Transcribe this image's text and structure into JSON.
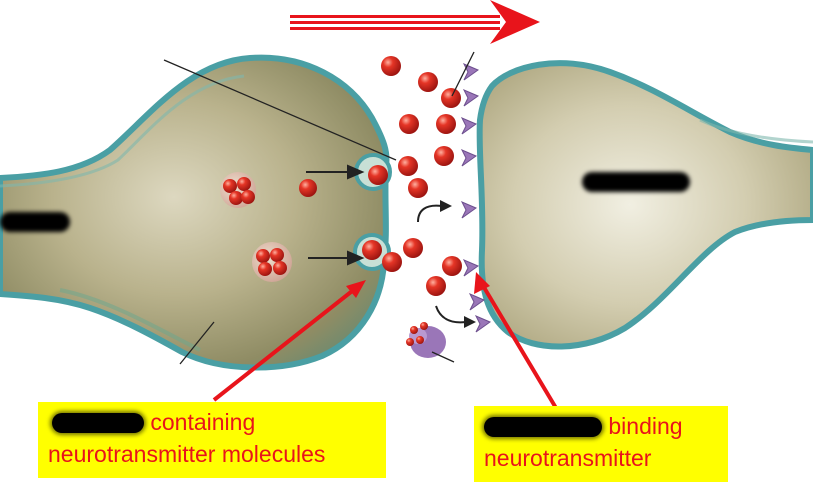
{
  "callouts": {
    "vesicle_label": {
      "line1_visible": "containing",
      "line2": "neurotransmitter molecules"
    },
    "receptor_label": {
      "line1_visible": "binding",
      "line2": "neurotransmitter"
    }
  },
  "colors": {
    "label_background": "#ffff00",
    "label_text": "#e8141b",
    "arrow_red": "#e8141b",
    "neurotransmitter": "#d8241e",
    "receptor": "#9a76b8",
    "membrane": "#4a9fa4",
    "cytoplasm": "#b4ad86"
  },
  "icons": {
    "direction_arrow": "right-arrow-icon",
    "redaction": "black-redaction-bar"
  }
}
